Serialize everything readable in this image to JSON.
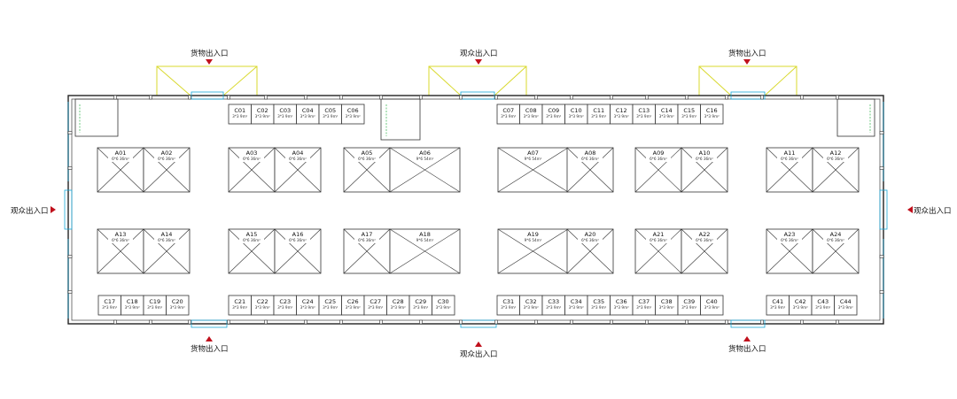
{
  "exits": {
    "cargo": "货物出入口",
    "audience": "观众出入口"
  },
  "booth_area_c": "3*3 9m²",
  "booths_large": [
    {
      "id": "A01",
      "area": "6*6 36m²"
    },
    {
      "id": "A02",
      "area": "6*6 36m²"
    },
    {
      "id": "A03",
      "area": "6*6 36m²"
    },
    {
      "id": "A04",
      "area": "6*6 36m²"
    },
    {
      "id": "A05",
      "area": "6*6 36m²"
    },
    {
      "id": "A06",
      "area": "9*6 54m²"
    },
    {
      "id": "A07",
      "area": "9*6 54m²"
    },
    {
      "id": "A08",
      "area": "6*6 36m²"
    },
    {
      "id": "A09",
      "area": "6*6 36m²"
    },
    {
      "id": "A10",
      "area": "6*6 36m²"
    },
    {
      "id": "A11",
      "area": "6*6 36m²"
    },
    {
      "id": "A12",
      "area": "6*6 36m²"
    },
    {
      "id": "A13",
      "area": "6*6 36m²"
    },
    {
      "id": "A14",
      "area": "6*6 36m²"
    },
    {
      "id": "A15",
      "area": "6*6 36m²"
    },
    {
      "id": "A16",
      "area": "6*6 36m²"
    },
    {
      "id": "A17",
      "area": "6*6 36m²"
    },
    {
      "id": "A18",
      "area": "9*6 54m²"
    },
    {
      "id": "A19",
      "area": "9*6 54m²"
    },
    {
      "id": "A20",
      "area": "6*6 36m²"
    },
    {
      "id": "A21",
      "area": "6*6 36m²"
    },
    {
      "id": "A22",
      "area": "6*6 36m²"
    },
    {
      "id": "A23",
      "area": "6*6 36m²"
    },
    {
      "id": "A24",
      "area": "6*6 36m²"
    }
  ],
  "booths_top_small": [
    "C01",
    "C02",
    "C03",
    "C04",
    "C05",
    "C06",
    "C07",
    "C08",
    "C09",
    "C10",
    "C11",
    "C12",
    "C13",
    "C14",
    "C15",
    "C16"
  ],
  "booths_bottom_small": [
    "C17",
    "C18",
    "C19",
    "C20",
    "C21",
    "C22",
    "C23",
    "C24",
    "C25",
    "C26",
    "C27",
    "C28",
    "C29",
    "C30",
    "C31",
    "C32",
    "C33",
    "C34",
    "C35",
    "C36",
    "C37",
    "C38",
    "C39",
    "C40",
    "C41",
    "C42",
    "C43",
    "C44"
  ],
  "colors": {
    "wall": "#222222",
    "door": "#19a8d8",
    "loading_dock": "#d9d92e",
    "arrow": "#c0101c",
    "green_marking": "#2fb34a"
  }
}
